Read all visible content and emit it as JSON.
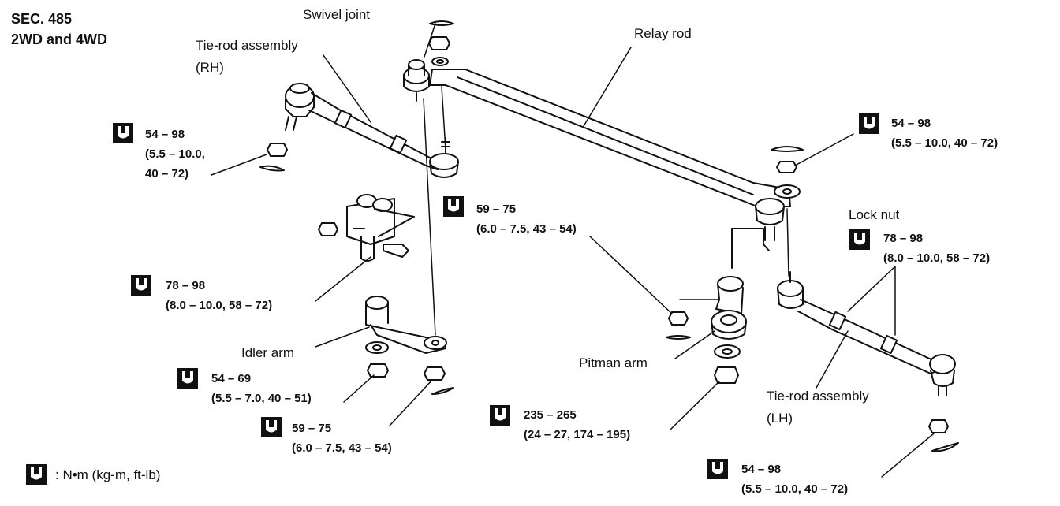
{
  "header": {
    "section": "SEC. 485",
    "applicability": "2WD and 4WD"
  },
  "legend": {
    "icon": "torque-wrench-icon",
    "unit_text": ": N•m (kg-m, ft-lb)"
  },
  "colors": {
    "ink": "#111111",
    "background": "#ffffff"
  },
  "parts": {
    "swivel_joint": "Swivel joint",
    "relay_rod": "Relay rod",
    "tie_rod_rh": {
      "line1": "Tie-rod assembly",
      "line2": "(RH)"
    },
    "tie_rod_lh": {
      "line1": "Tie-rod assembly",
      "line2": "(LH)"
    },
    "lock_nut": "Lock nut",
    "idler_arm": "Idler arm",
    "pitman_arm": "Pitman arm"
  },
  "torques": {
    "rh_tie_rod_end": {
      "line1": "54 – 98",
      "line2": "(5.5 – 10.0,",
      "line3": "40 – 72)"
    },
    "lh_relay_end": {
      "line1": "54 – 98",
      "line2": "(5.5 – 10.0, 40 – 72)"
    },
    "swivel_nut": {
      "line1": "59 – 75",
      "line2": "(6.0 – 7.5, 43 – 54)"
    },
    "lock_nut": {
      "line1": "78 – 98",
      "line2": "(8.0 – 10.0, 58 – 72)"
    },
    "idler_bracket": {
      "line1": "78 – 98",
      "line2": "(8.0 – 10.0, 58 – 72)"
    },
    "idler_arm_nut": {
      "line1": "54 – 69",
      "line2": "(5.5 – 7.0, 40 – 51)"
    },
    "idler_relay_nut": {
      "line1": "59 – 75",
      "line2": "(6.0 – 7.5, 43 – 54)"
    },
    "pitman_nut": {
      "line1": "235 – 265",
      "line2": "(24 – 27, 174 – 195)"
    },
    "lh_tie_rod_end": {
      "line1": "54 – 98",
      "line2": "(5.5 – 10.0, 40 – 72)"
    }
  }
}
